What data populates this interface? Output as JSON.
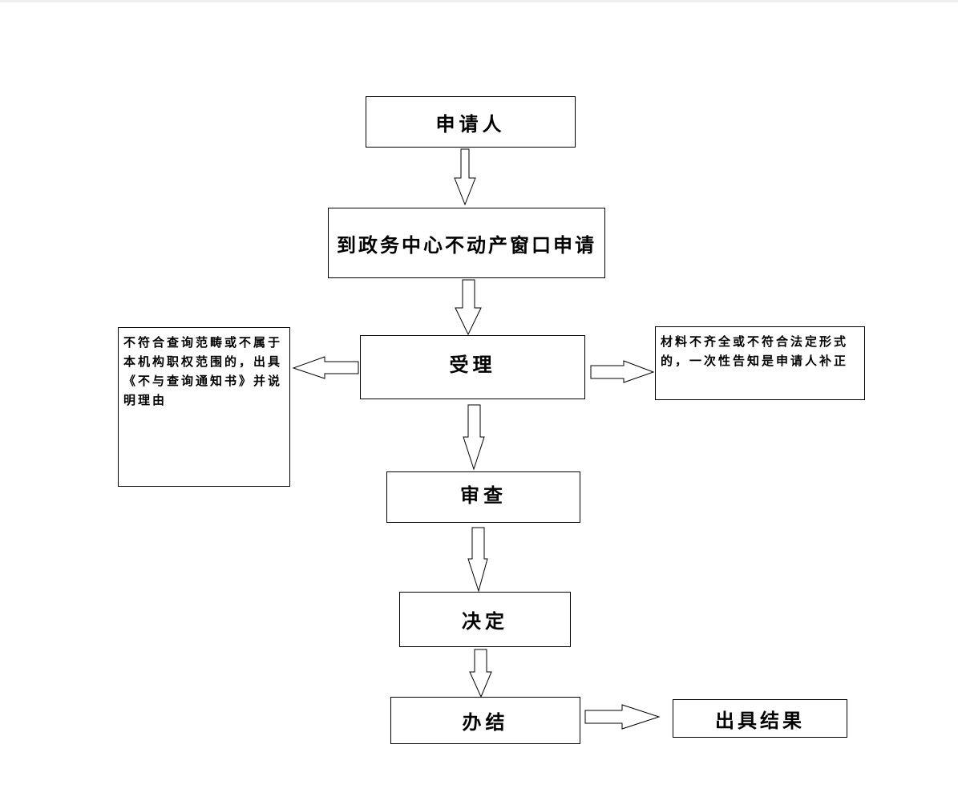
{
  "diagram": {
    "applicant": "申请人",
    "apply_window": "到政务中心不动产窗口申请",
    "accept": "受理",
    "reject_note": "不符合查询范畴或不属于本机构职权范围的，出具《不与查询通知书》并说明理由",
    "supplement_note": "材料不齐全或不符合法定形式的，一次性告知是申请人补正",
    "review": "审查",
    "decide": "决定",
    "complete": "办结",
    "result": "出具结果"
  }
}
